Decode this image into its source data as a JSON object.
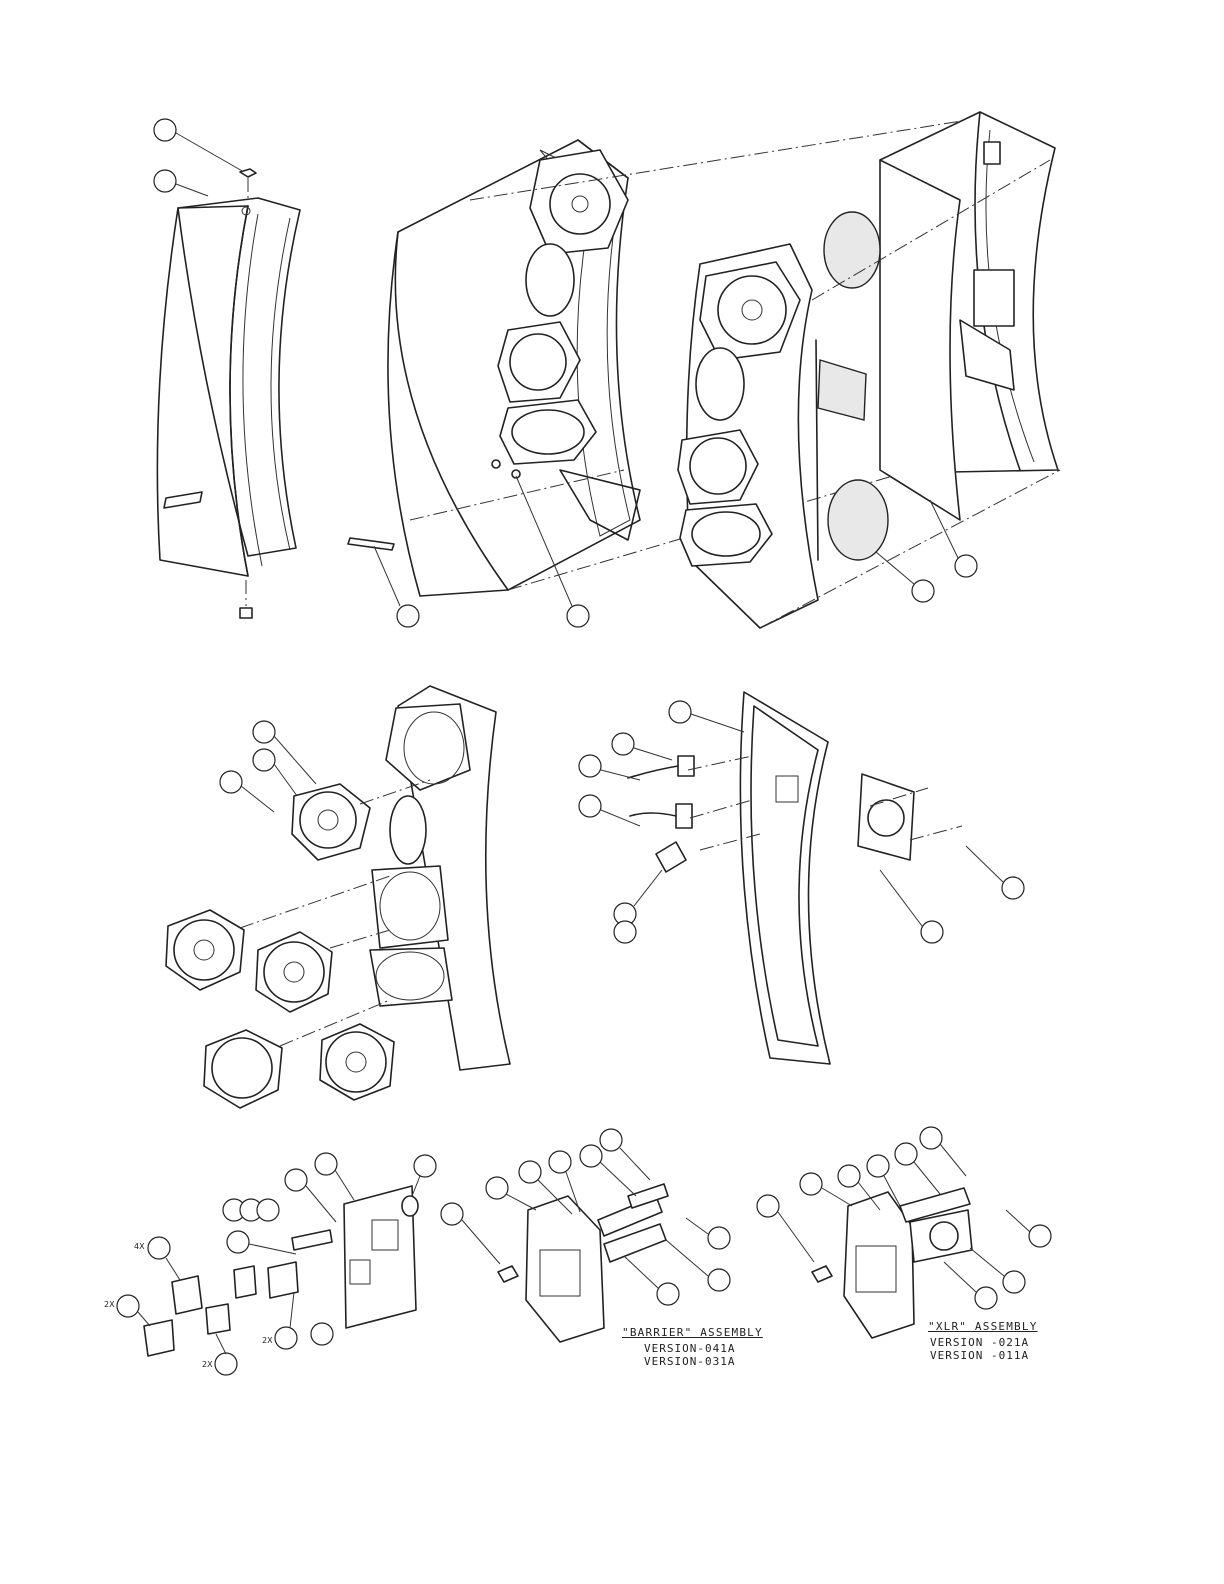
{
  "diagram": {
    "assemblies": [
      {
        "title": "\"BARRIER\" ASSEMBLY",
        "versions": [
          "VERSION-041A",
          "VERSION-031A"
        ]
      },
      {
        "title": "\"XLR\" ASSEMBLY",
        "versions": [
          "VERSION -021A",
          "VERSION -011A"
        ]
      }
    ],
    "quantity_marks": [
      "4X",
      "2X",
      "2X",
      "2X"
    ]
  }
}
